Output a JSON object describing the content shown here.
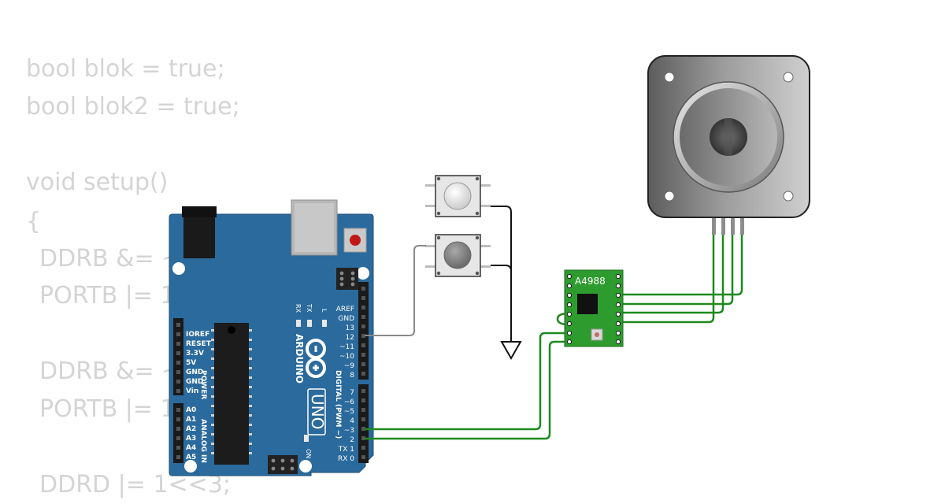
{
  "code_lines": [
    "bool blok = true;",
    "bool blok2 = true;",
    "void setup()",
    "{",
    "DDRB &= ~",
    "PORTB |= 1",
    "DDRB &= ~",
    "PORTB |= 1",
    "DDRD |= 1<<3;"
  ],
  "arduino": {
    "brand": "ARDUINO",
    "model": "UNO",
    "power_header_label": "POWER",
    "analog_header_label": "ANALOG IN",
    "digital_header_label": "DIGITAL (PWM ~)",
    "led_l": "L",
    "led_tx": "TX",
    "led_rx": "RX",
    "led_on": "ON",
    "power_pins": [
      "IOREF",
      "RESET",
      "3.3V",
      "5V",
      "GND",
      "GND",
      "Vin"
    ],
    "analog_pins": [
      "A0",
      "A1",
      "A2",
      "A3",
      "A4",
      "A5"
    ],
    "digital_top_pins": [
      "AREF",
      "GND",
      "13",
      "12",
      "~11",
      "~10",
      "~9",
      "8"
    ],
    "digital_bottom_pins": [
      "7",
      "~6",
      "~5",
      "4",
      "~3",
      "2",
      "TX 1",
      "RX 0"
    ]
  },
  "driver": {
    "label": "A4988"
  },
  "colors": {
    "board": "#2b6a9c",
    "wire_green": "#1d8a1d",
    "wire_gray": "#8a8a8a",
    "wire_black": "#111111",
    "driver_green": "#2e9b2e",
    "code_text": "#d4d4d4"
  }
}
